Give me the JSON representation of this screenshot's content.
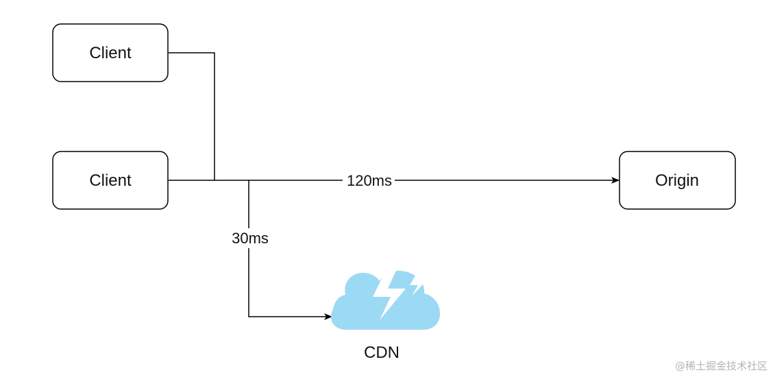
{
  "nodes": {
    "client_top": "Client",
    "client_bottom": "Client",
    "origin": "Origin",
    "cdn": "CDN"
  },
  "edges": {
    "to_origin_latency": "120ms",
    "to_cdn_latency": "30ms"
  },
  "icons": {
    "cdn_icon": "cloud-lightning-icon"
  },
  "colors": {
    "stroke": "#000000",
    "cloud": "#9cd9f5",
    "watermark": "#b4b4b4"
  },
  "watermark": "@稀土掘金技术社区"
}
